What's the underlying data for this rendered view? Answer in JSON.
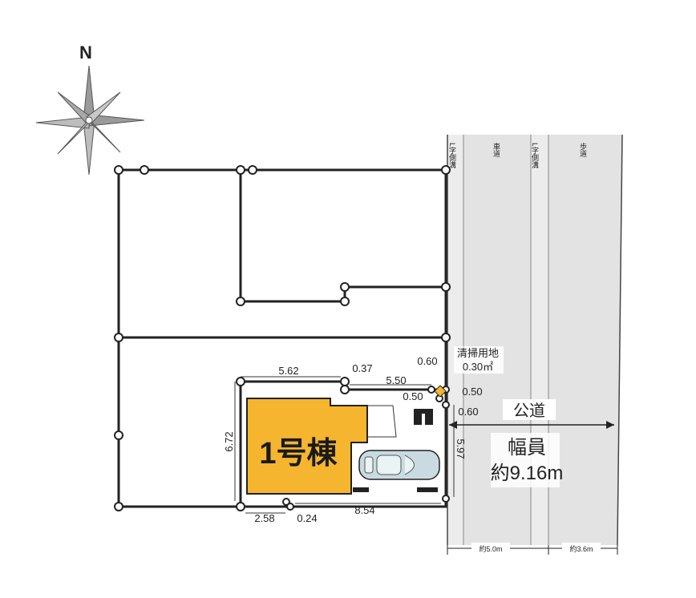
{
  "compass": {
    "north_label": "N"
  },
  "house": {
    "label": "1号棟",
    "color": "#f5b52e"
  },
  "dimensions": {
    "top": "5.62",
    "top_offset": "0.37",
    "inner_top": "5.50",
    "bottom_left": "2.58",
    "bottom_offset": "0.24",
    "bottom": "8.54",
    "left": "6.72",
    "right": "5.97",
    "corner_a": "0.60",
    "corner_b": "0.50",
    "corner_c": "0.50",
    "corner_d": "0.60"
  },
  "cleaning_land": {
    "label": "清掃用地",
    "area": "0.30㎡"
  },
  "road": {
    "name": "公道",
    "width_label": "幅員",
    "width_value": "約9.16m",
    "gutter_1": "L字側溝",
    "carriageway": "車道",
    "gutter_2": "L字側溝",
    "sidewalk": "歩道",
    "carriageway_width": "約5.0m",
    "sidewalk_width": "約3.6m"
  }
}
